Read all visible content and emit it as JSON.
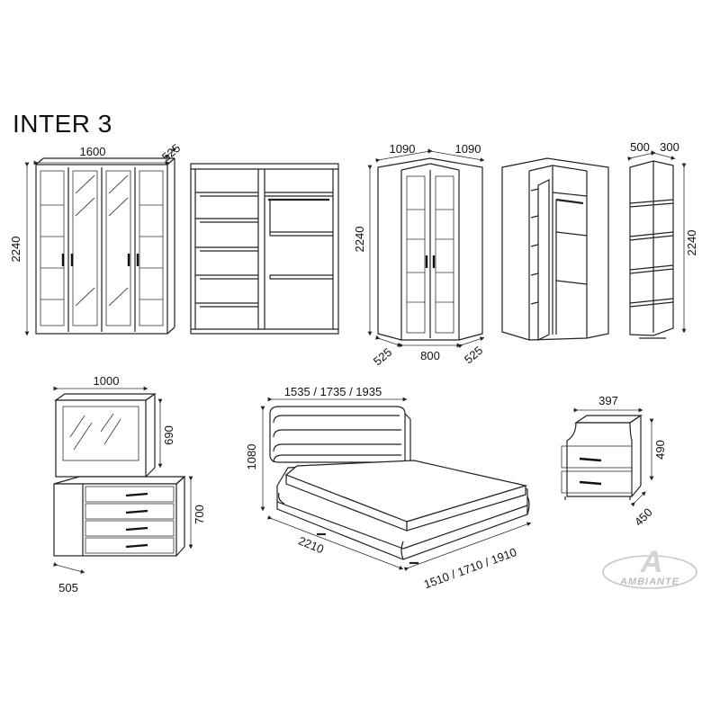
{
  "title": "INTER 3",
  "wardrobe": {
    "width": "1600",
    "depth": "525",
    "height": "2240"
  },
  "corner_wardrobe": {
    "width_left": "1090",
    "width_right": "1090",
    "height": "2240",
    "side_left": "525",
    "front": "800",
    "side_right": "525"
  },
  "corner_shelf": {
    "width_a": "500",
    "width_b": "300",
    "height": "2240"
  },
  "mirror": {
    "width": "1000",
    "height": "690"
  },
  "dresser": {
    "height": "700",
    "depth": "505"
  },
  "bed": {
    "head_width": "1535 / 1735 / 1935",
    "head_height": "1080",
    "length": "2210",
    "width": "1510 / 1710 / 1910"
  },
  "nightstand": {
    "width": "397",
    "height": "490",
    "depth": "450"
  },
  "logo": {
    "text": "AMBIANTE",
    "letter": "A"
  },
  "colors": {
    "line": "#222222",
    "background": "#ffffff",
    "logo": "#c8c8c8"
  }
}
